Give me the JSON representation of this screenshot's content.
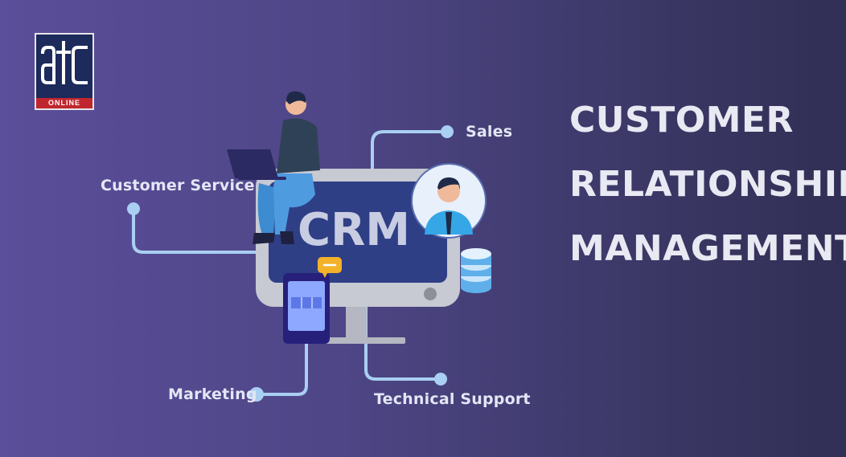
{
  "logo": {
    "text": "ONLINE"
  },
  "diagram": {
    "center": "CRM",
    "labels": {
      "sales": "Sales",
      "customer_service": "Customer Service",
      "marketing": "Marketing",
      "technical_support": "Technical Support"
    }
  },
  "headline": {
    "line1": "CUSTOMER",
    "line2": "RELATIONSHIP",
    "line3": "MANAGEMENT"
  },
  "colors": {
    "connector": "#a9cff2",
    "monitor_frame": "#c7c9d3",
    "screen": "#2f3f86",
    "logo_band": "#c0262d"
  }
}
